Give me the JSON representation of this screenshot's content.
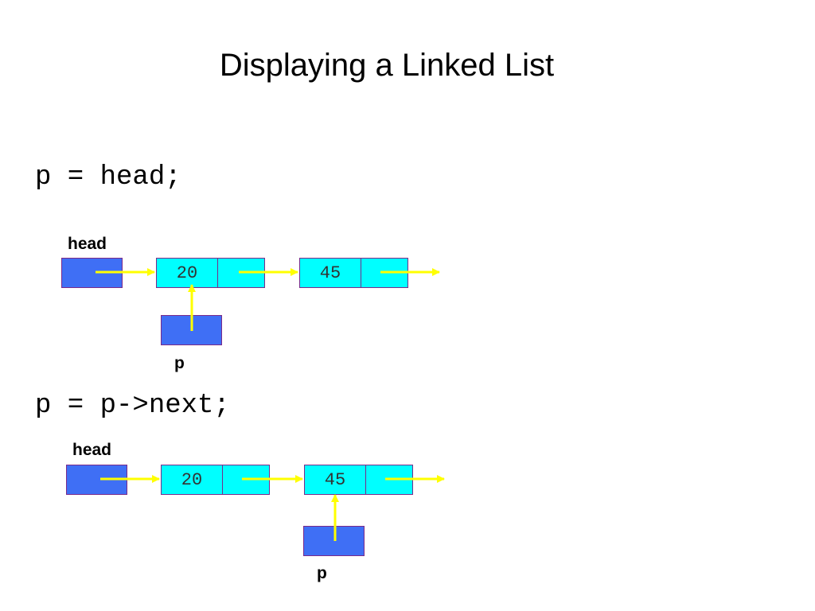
{
  "title": "Displaying a Linked List",
  "steps": [
    {
      "code": "p = head;",
      "head_label": "head",
      "p_label": "p",
      "nodes": [
        {
          "value": "20"
        },
        {
          "value": "45"
        }
      ],
      "p_points_to_node": 0
    },
    {
      "code": "p = p->next;",
      "head_label": "head",
      "p_label": "p",
      "nodes": [
        {
          "value": "20"
        },
        {
          "value": "45"
        }
      ],
      "p_points_to_node": 1
    }
  ],
  "colors": {
    "pointer_box": "#3f6ff5",
    "node_cell": "#00ffff",
    "border": "#7a2a8a",
    "arrow": "#ffff00"
  }
}
